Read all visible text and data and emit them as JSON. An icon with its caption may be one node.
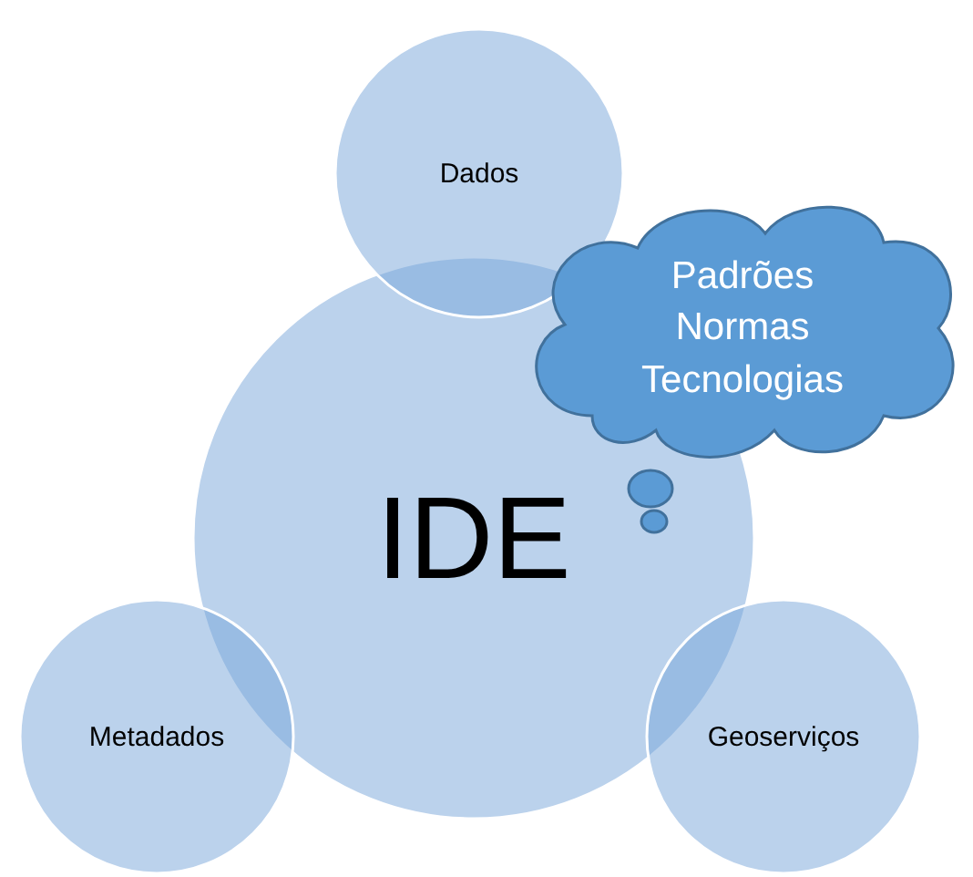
{
  "diagram": {
    "nodes": [
      {
        "text": [
          "Dados"
        ]
      },
      {
        "text": [
          "Padrões Normas Tecnologias"
        ]
      },
      {
        "text": [
          "IDE"
        ]
      },
      {
        "text": [
          "Metadados"
        ]
      },
      {
        "text": [
          "Geoserviços"
        ]
      }
    ]
  }
}
